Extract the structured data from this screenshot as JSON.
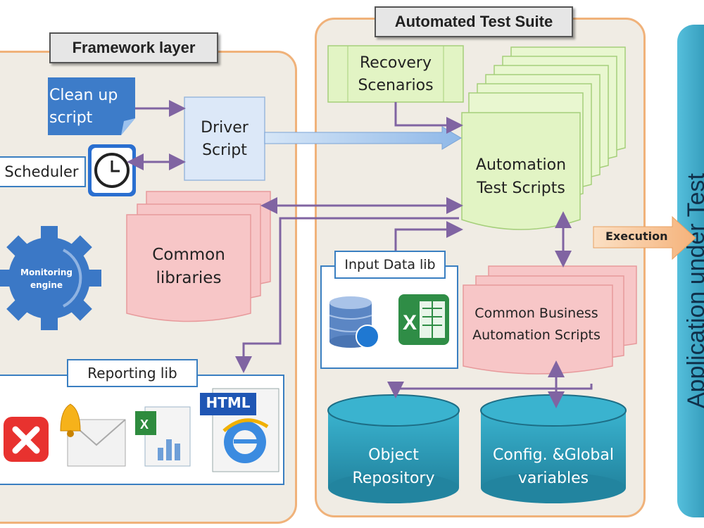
{
  "framework": {
    "title": "Framework layer",
    "cleanup_script": "Clean up\nscript",
    "scheduler": "Scheduler",
    "driver_script": "Driver\nScript",
    "common_libraries": "Common\nlibraries",
    "monitoring_engine": "Monitoring\nengine",
    "reporting_lib": "Reporting lib",
    "html_badge": "HTML"
  },
  "suite": {
    "title": "Automated Test Suite",
    "recovery_scenarios": "Recovery\nScenarios",
    "automation_test_scripts": "Automation\nTest Scripts",
    "input_data_lib": "Input Data lib",
    "common_business": "Common Business\nAutomation Scripts",
    "object_repository": "Object\nRepository",
    "config_global": "Config. &Global\nvariables"
  },
  "execution": "Execution",
  "application_under_test": "Application under Test",
  "colors": {
    "panel_border": "#f0b27a",
    "panel_fill": "#f0ece4",
    "arrow": "#8064a2",
    "doc_pink": "#f7c6c7",
    "doc_green": "#e2f4c4",
    "cylinder": "#31a1bd",
    "app_bar": "#35a6c6"
  }
}
